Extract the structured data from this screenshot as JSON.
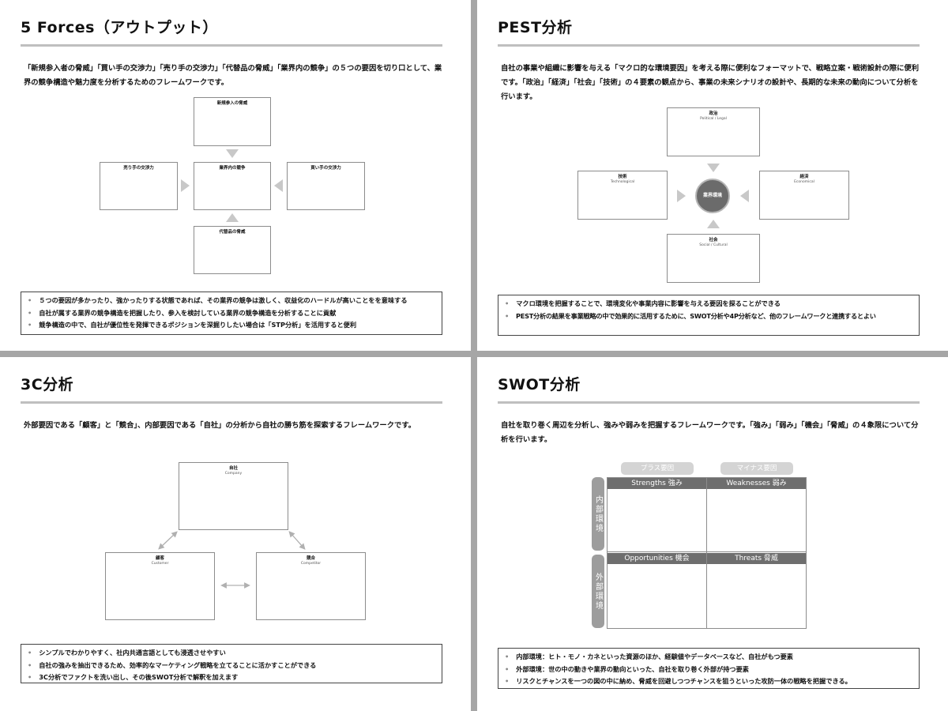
{
  "five_forces": {
    "title": "5 Forces（アウトプット）",
    "desc": "「新規参入者の脅威」「買い手の交渉力」「売り手の交渉力」「代替品の脅威」「業界内の競争」の５つの要因を切り口として、業界の競争構造や魅力度を分析するためのフレームワークです。",
    "boxes": {
      "new_entrants": "新規参入の脅威",
      "suppliers": "売り手の交渉力",
      "rivalry": "業界内の競争",
      "buyers": "買い手の交渉力",
      "substitutes": "代替品の脅威"
    },
    "notes": [
      "５つの要因が多かったり、強かったりする状態であれば、その業界の競争は激しく、収益化のハードルが高いことをを意味する",
      "自社が属する業界の競争構造を把握したり、参入を検討している業界の競争構造を分析することに貢献",
      "競争構造の中で、自社が優位性を発揮できるポジションを深掘りしたい場合は「STP分析」を活用すると便利"
    ]
  },
  "pest": {
    "title": "PEST分析",
    "desc": "自社の事業や組織に影響を与える「マクロ的な環境要因」を考える際に便利なフォーマットで、戦略立案・戦術設計の際に便利です。「政治」「経済」「社会」「技術」の４要素の観点から、事業の未来シナリオの設計や、長期的な未来の動向について分析を行います。",
    "center": "業界環境",
    "boxes": {
      "political": {
        "label": "政治",
        "sub": "Political / Legal"
      },
      "technological": {
        "label": "技術",
        "sub": "Technological"
      },
      "economical": {
        "label": "経済",
        "sub": "Economical"
      },
      "social": {
        "label": "社会",
        "sub": "Social / Cultural"
      }
    },
    "notes": [
      "マクロ環境を把握することで、環境変化や事業内容に影響を与える要因を探ることができる",
      "PEST分析の結果を事業戦略の中で効果的に活用するために、SWOT分析や4P分析など、他のフレームワークと連携するとよい"
    ]
  },
  "three_c": {
    "title": "3C分析",
    "desc": "外部要因である「顧客」と「競合」、内部要因である「自社」の分析から自社の勝ち筋を探索するフレームワークです。",
    "boxes": {
      "company": {
        "label": "自社",
        "sub": "Company"
      },
      "customer": {
        "label": "顧客",
        "sub": "Customer"
      },
      "competitor": {
        "label": "競合",
        "sub": "Competitor"
      }
    },
    "notes": [
      "シンプルでわかりやすく、社内共通言語としても浸透させやすい",
      "自社の強みを抽出できるため、効率的なマーケティング戦略を立てることに活かすことができる",
      "3C分析でファクトを洗い出し、その後SWOT分析で解釈を加えます"
    ]
  },
  "swot": {
    "title": "SWOT分析",
    "desc": "自社を取り巻く周辺を分析し、強みや弱みを把握するフレームワークです。「強み」「弱み」「機会」「脅威」の４象限について分析を行います。",
    "plus_label": "プラス要因",
    "minus_label": "マイナス要因",
    "internal_label": "内部環境",
    "external_label": "外部環境",
    "quadrants": {
      "strengths": "Strengths 強み",
      "weaknesses": "Weaknesses 弱み",
      "opportunities": "Opportunities 機会",
      "threats": "Threats 脅威"
    },
    "notes": [
      "内部環境：ヒト・モノ・カネといった資源のほか、経験値やデータベースなど、自社がもつ要素",
      "外部環境：世の中の動きや業界の動向といった、自社を取り巻く外部が持つ要素",
      "リスクとチャンスを一つの図の中に納め、脅威を回避しつつチャンスを狙うといった攻防一体の戦略を把握できる。"
    ]
  }
}
